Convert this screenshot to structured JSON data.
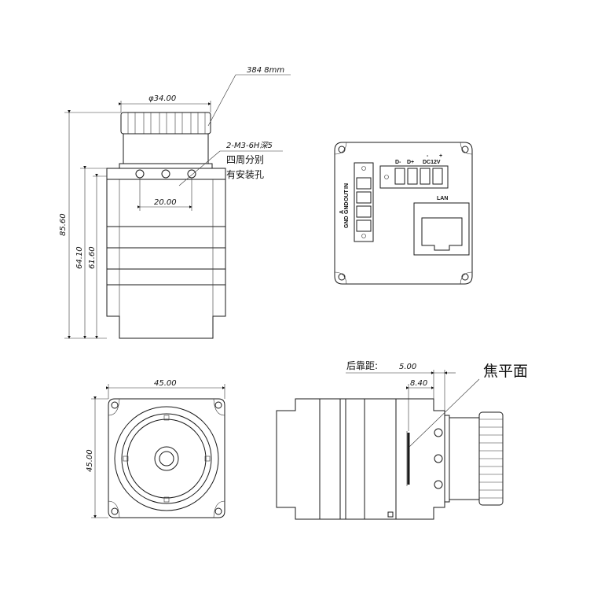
{
  "side_view": {
    "lens_length": "384 8mm",
    "lens_diameter": "φ34.00",
    "thread_note_line1": "2-M3-6H深5",
    "thread_note_line2": "四周分别",
    "thread_note_line3": "有安装孔",
    "hole_spacing": "20.00",
    "overall_height": "85.60",
    "body_height": "64.10",
    "inner_height": "61.60"
  },
  "back_view": {
    "pin_d_minus": "D-",
    "pin_d_plus": "D+",
    "pin_minus": "-",
    "pin_plus": "+",
    "power_label": "DC12V",
    "lan_label": "LAN",
    "io_label_1": "IN",
    "io_label_2": "OUT",
    "io_label_3": "GND",
    "io_label_4": "GND",
    "io_label_5": "A"
  },
  "front_view": {
    "width": "45.00",
    "height": "45.00"
  },
  "top_view": {
    "back_focus_label": "后靠距:",
    "back_focus_value": "5.00",
    "flange_value": "8.40",
    "focal_plane_label": "焦平面"
  }
}
